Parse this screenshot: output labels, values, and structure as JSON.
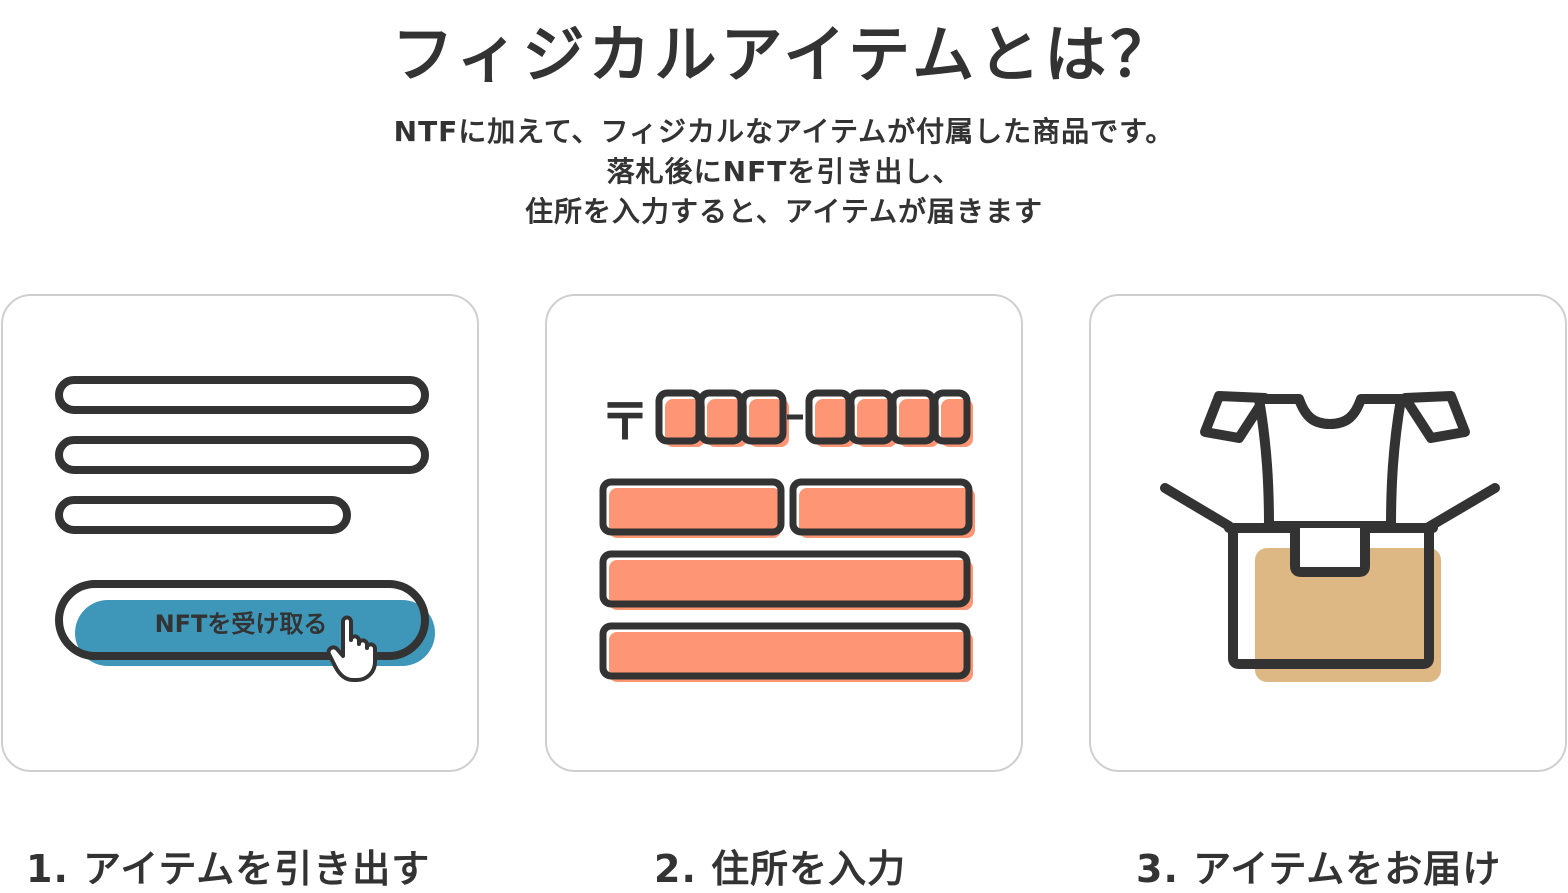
{
  "title": "フィジカルアイテムとは？",
  "description": [
    "NTFに加えて、フィジカルなアイテムが付属した商品です。",
    "落札後にNFTを引き出し、",
    "住所を入力すると、アイテムが届きます"
  ],
  "cards": [
    {
      "button_label": "NFTを受け取る",
      "step": "1.  アイテムを引き出す"
    },
    {
      "postal_mark": "〒",
      "step": "2. 住所を入力"
    },
    {
      "step": "3. アイテムをお届け"
    }
  ],
  "colors": {
    "text": "#333333",
    "card_border": "#cfcfcf",
    "button_blue": "#3e97b9",
    "form_salmon": "#fe9574",
    "box_tan": "#ddb884",
    "outline": "#333333"
  }
}
